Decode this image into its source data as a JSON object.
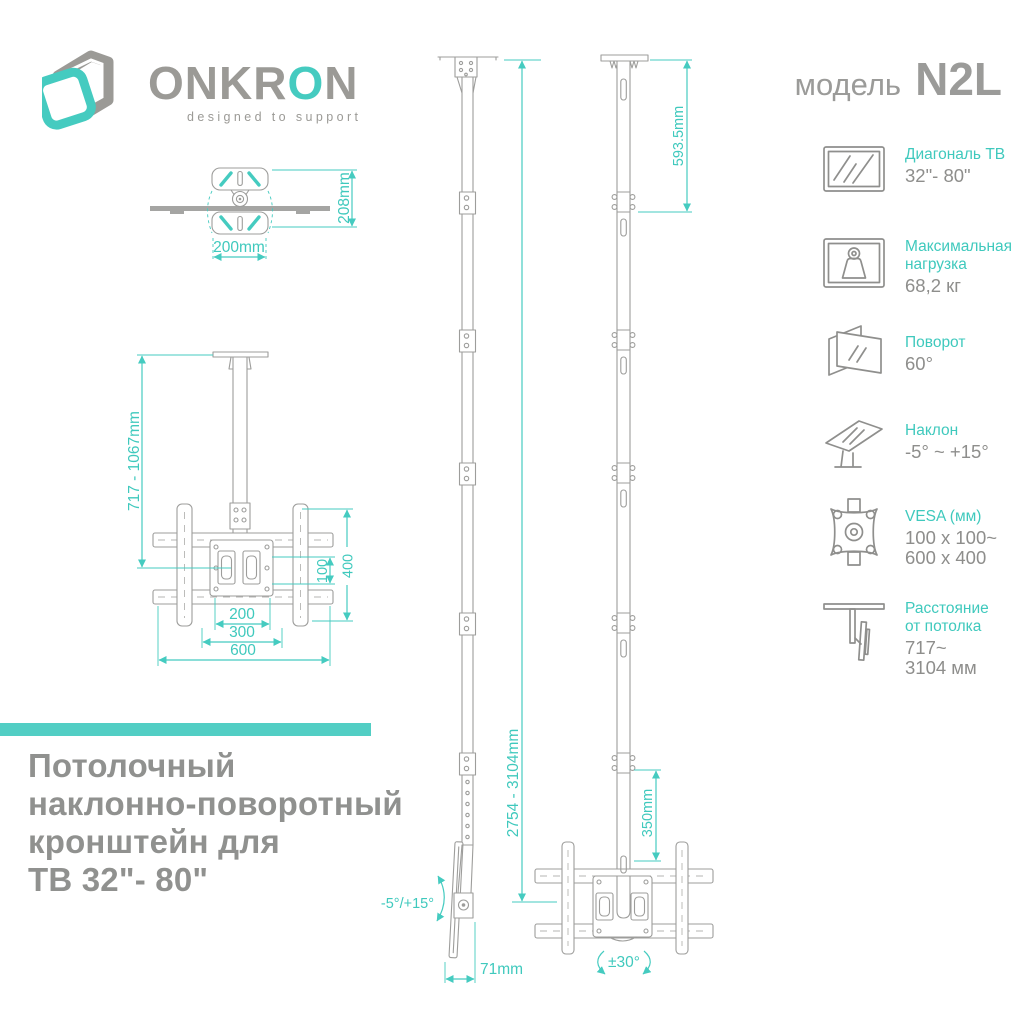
{
  "colors": {
    "accent_teal": "#45cbc0",
    "title_bar_teal": "#52cec4",
    "brand_gray": "#9b9a96",
    "heading_gray": "#90918f",
    "value_gray": "#8e8e8c",
    "line_gray": "#9d9d9b"
  },
  "header": {
    "brand_part1": "ONKR",
    "brand_accent": "O",
    "brand_part2": "N",
    "tagline": "designed to support",
    "model_label": "модель",
    "model_value": "N2L"
  },
  "specs": [
    {
      "icon": "tv-diagonal-icon",
      "label": "Диагональ ТВ",
      "value": "32\"- 80\""
    },
    {
      "icon": "max-load-icon",
      "label": "Максимальная\nнагрузка",
      "value": "68,2 кг"
    },
    {
      "icon": "swivel-icon",
      "label": "Поворот",
      "value": "60°"
    },
    {
      "icon": "tilt-icon",
      "label": "Наклон",
      "value": "-5° ~ +15°"
    },
    {
      "icon": "vesa-icon",
      "label": "VESA (мм)",
      "value": "100 x 100~\n600 x 400"
    },
    {
      "icon": "ceiling-distance-icon",
      "label": "Расстояние\nот потолка",
      "value": "717~\n3104 мм"
    }
  ],
  "title": "Потолочный\nнаклонно-поворотный\nкронштейн для\nТВ 32\"- 80\"",
  "dimensions": {
    "top_view": {
      "width": "200mm",
      "height": "208mm"
    },
    "front_view": {
      "drop_height": "717 - 1067mm",
      "vesa_height": "400",
      "vesa_pitch": "100",
      "w_inner": "200",
      "w_mid": "300",
      "w_outer": "600"
    },
    "side_view": {
      "tilt": "-5°/+15°",
      "depth": "71mm"
    },
    "pole": {
      "upper_section": "593.5mm",
      "total_length": "2754 - 3104mm",
      "lower_section": "350mm",
      "swivel": "±30°"
    }
  }
}
